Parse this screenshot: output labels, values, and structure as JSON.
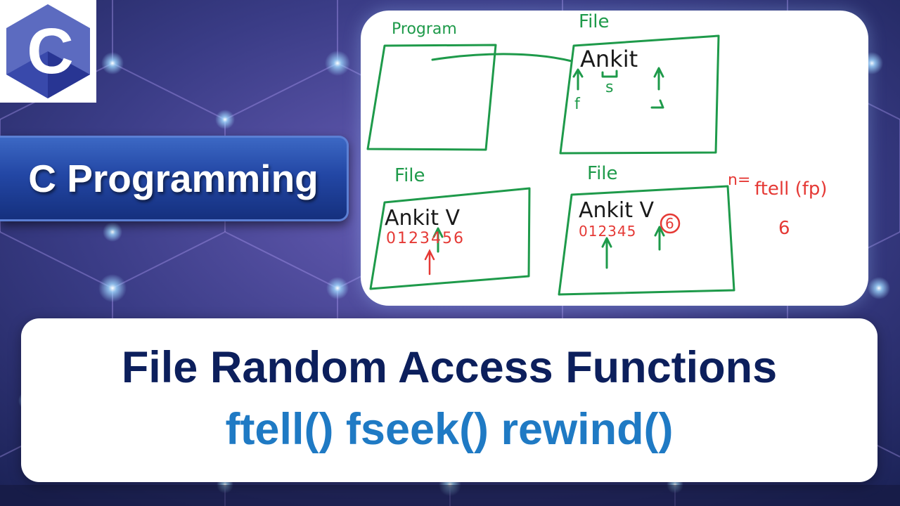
{
  "colors": {
    "background": "#2a2f6a",
    "logo_hex_dark": "#283593",
    "logo_hex_light": "#5c6bc0",
    "ribbon_blue": "#2347a5",
    "title_dark": "#0c1f5c",
    "title_blue": "#1f7ac4",
    "marker_green": "#1e9a4a",
    "marker_red": "#e53935"
  },
  "logo": {
    "letter": "C",
    "icon": "c-language-hexagon-logo"
  },
  "ribbon": {
    "label": "C Programming"
  },
  "whiteboard": {
    "panels": [
      {
        "label": "Program",
        "content": ""
      },
      {
        "label": "File",
        "text": "Ankit",
        "marks": [
          "f",
          "s",
          "↑",
          "↑"
        ]
      },
      {
        "label": "File",
        "text": "Ankit V",
        "digits": "0123456"
      },
      {
        "label": "File",
        "text": "Ankit V",
        "digits": "012345",
        "circled": "6"
      }
    ],
    "formula": {
      "lhs": "n=",
      "rhs": "ftell (fp)",
      "result": "6"
    }
  },
  "title": {
    "line1": "File Random Access Functions",
    "line2": "ftell() fseek() rewind()"
  }
}
